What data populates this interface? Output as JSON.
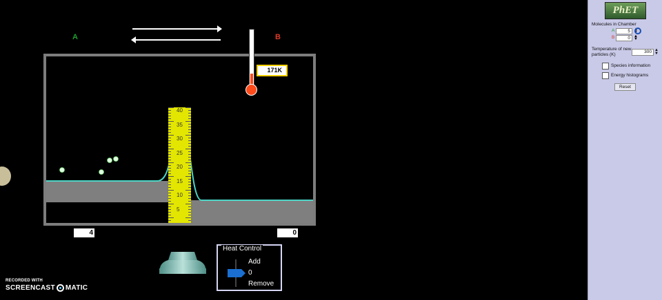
{
  "stage": {
    "label_a": "A",
    "label_b": "B",
    "thermometer_reading": "171K",
    "counter_a": "4",
    "counter_b": "0",
    "ruler_ticks": [
      "40",
      "35",
      "30",
      "25",
      "20",
      "15",
      "10",
      "5"
    ],
    "colors": {
      "label_a": "#1e9e2e",
      "label_b": "#d93a2a",
      "ruler": "#e3e600",
      "curve": "#4dd6c8"
    }
  },
  "heat_control": {
    "title": "Heat Control",
    "add": "Add",
    "zero": "0",
    "remove": "Remove"
  },
  "panel": {
    "logo": "PhET",
    "molecules_title": "Molecules in Chamber",
    "mol_a_label": "A",
    "mol_a_value": "5",
    "mol_b_label": "B",
    "mol_b_value": "0",
    "temp_label": "Temperature of new particles (K)",
    "temp_value": "300",
    "species_info": "Species information",
    "energy_histograms": "Energy histograms",
    "reset": "Reset"
  },
  "watermark": {
    "top": "RECORDED WITH",
    "left": "SCREENCAST",
    "right": "MATIC"
  }
}
